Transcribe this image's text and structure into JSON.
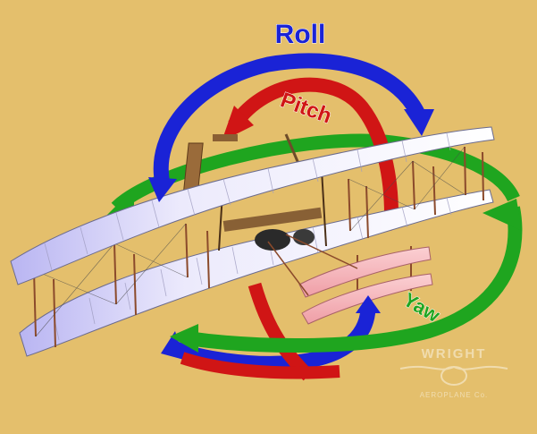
{
  "diagram": {
    "background": "#e4bf6c",
    "axes": {
      "roll": {
        "label": "Roll",
        "color": "#1a23d6"
      },
      "pitch": {
        "label": "Pitch",
        "color": "#d01515"
      },
      "yaw": {
        "label": "Yaw",
        "color": "#1fa51f"
      }
    },
    "aircraft": {
      "wing_color": "#f7f7fb",
      "wing_shade": "#c7c4f4",
      "elevator_color": "#f6b8bd",
      "strut_color": "#8b4a2b"
    },
    "watermark": {
      "text": "WRIGHT",
      "subtext": "AEROPLANE Co."
    }
  }
}
